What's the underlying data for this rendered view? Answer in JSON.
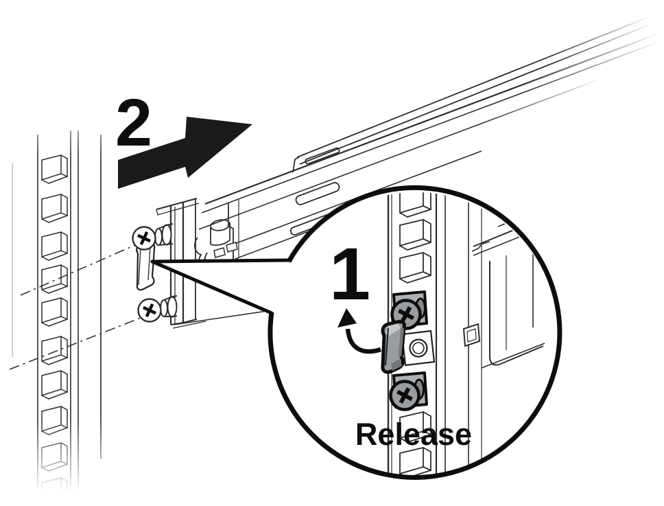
{
  "diagram": {
    "type": "technical-illustration",
    "subject": "rack-rail-installation-steps",
    "background_color": "#ffffff",
    "line_color": "#2c2c2c",
    "bold_line_color": "#0d0d0d",
    "highlight_gray": "#9a9da0",
    "highlight_gray_dark": "#74777a",
    "highlight_gray_light": "#c6c9cb",
    "labels": {
      "step_2": "2",
      "step_1": "1",
      "release": "Release"
    }
  }
}
